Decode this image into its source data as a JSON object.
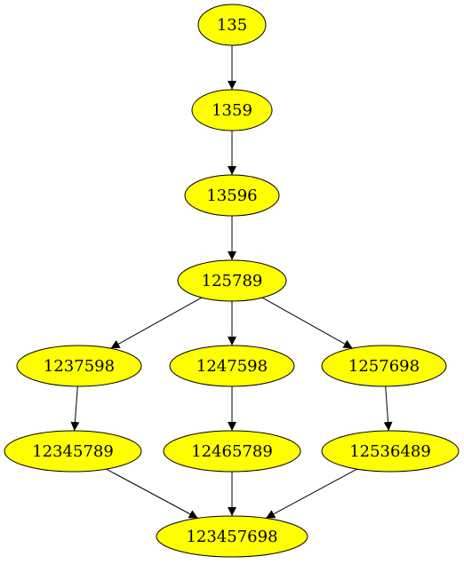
{
  "colors": {
    "node_fill": "#ffff00",
    "node_stroke": "#000000",
    "edge": "#000000",
    "background": "#ffffff"
  },
  "nodes": [
    {
      "id": "n135",
      "label": "135"
    },
    {
      "id": "n1359",
      "label": "1359"
    },
    {
      "id": "n13596",
      "label": "13596"
    },
    {
      "id": "n125789",
      "label": "125789"
    },
    {
      "id": "n1237598",
      "label": "1237598"
    },
    {
      "id": "n1247598",
      "label": "1247598"
    },
    {
      "id": "n1257698",
      "label": "1257698"
    },
    {
      "id": "n12345789",
      "label": "12345789"
    },
    {
      "id": "n12465789",
      "label": "12465789"
    },
    {
      "id": "n12536489",
      "label": "12536489"
    },
    {
      "id": "n123457698",
      "label": "123457698"
    }
  ],
  "edges": [
    {
      "from": "n135",
      "to": "n1359"
    },
    {
      "from": "n1359",
      "to": "n13596"
    },
    {
      "from": "n13596",
      "to": "n125789"
    },
    {
      "from": "n125789",
      "to": "n1237598"
    },
    {
      "from": "n125789",
      "to": "n1247598"
    },
    {
      "from": "n125789",
      "to": "n1257698"
    },
    {
      "from": "n1237598",
      "to": "n12345789"
    },
    {
      "from": "n1247598",
      "to": "n12465789"
    },
    {
      "from": "n1257698",
      "to": "n12536489"
    },
    {
      "from": "n12345789",
      "to": "n123457698"
    },
    {
      "from": "n12465789",
      "to": "n123457698"
    },
    {
      "from": "n12536489",
      "to": "n123457698"
    }
  ]
}
